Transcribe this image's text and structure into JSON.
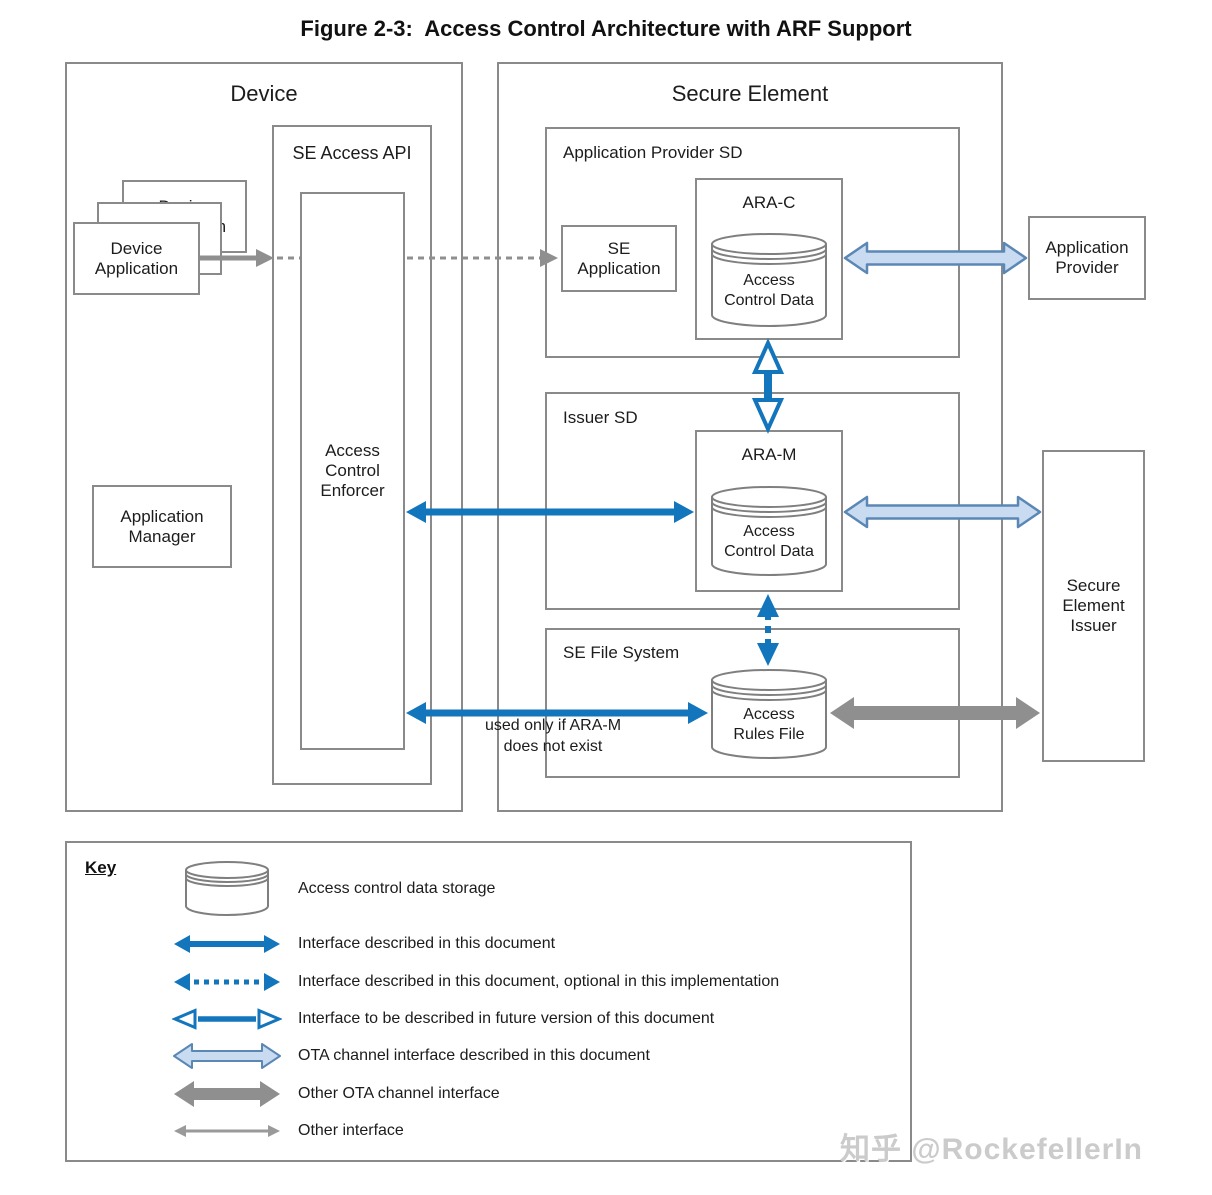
{
  "figure_title": "Figure 2-3:  Access Control Architecture with ARF Support",
  "device": {
    "title": "Device",
    "device_application": "Device Application",
    "se_access_api": "SE Access API",
    "access_control_enforcer": "Access Control Enforcer",
    "application_manager": "Application Manager"
  },
  "secure_element": {
    "title": "Secure Element",
    "application_provider_sd": "Application Provider SD",
    "se_application": "SE Application",
    "ara_c": "ARA-C",
    "ara_c_data": "Access Control Data",
    "issuer_sd": "Issuer SD",
    "ara_m": "ARA-M",
    "ara_m_data": "Access Control Data",
    "se_file_system": "SE File System",
    "access_rules_file": "Access Rules File"
  },
  "external": {
    "application_provider": "Application Provider",
    "secure_element_issuer": "Secure Element Issuer"
  },
  "notes": {
    "arf_fallback": "used only if ARA-M does not exist"
  },
  "key": {
    "title": "Key",
    "items": [
      {
        "icon": "cylinder-icon",
        "label": "Access control data storage"
      },
      {
        "icon": "solid-blue-arrow-icon",
        "label": "Interface described in this document"
      },
      {
        "icon": "dotted-blue-arrow-icon",
        "label": "Interface described in this document, optional in this implementation"
      },
      {
        "icon": "future-blue-arrow-icon",
        "label": "Interface to be described in future version of this document"
      },
      {
        "icon": "ota-arrow-icon",
        "label": "OTA channel interface described in this document"
      },
      {
        "icon": "thick-gray-arrow-icon",
        "label": "Other OTA channel interface"
      },
      {
        "icon": "thin-gray-arrow-icon",
        "label": "Other interface"
      }
    ]
  },
  "watermark": "知乎 @RockefellerIn",
  "colors": {
    "interface_blue": "#1376bd",
    "ota_fill": "#c9dbf0",
    "ota_border": "#5b87b5",
    "other_gray": "#8f8f8f",
    "box_border": "#8a8a8a"
  }
}
